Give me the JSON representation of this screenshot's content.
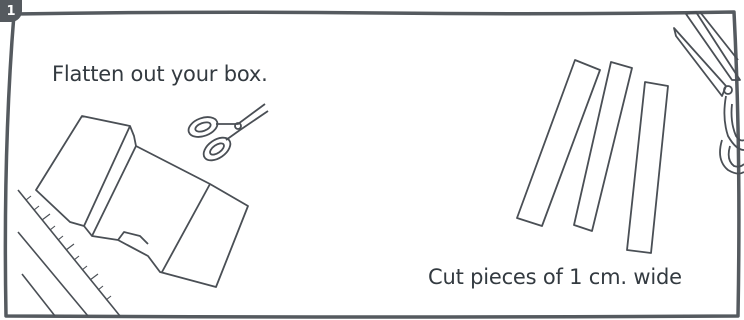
{
  "step": {
    "number": "1"
  },
  "captions": {
    "flatten": "Flatten out your box.",
    "cut": "Cut pieces of 1 cm. wide"
  },
  "colors": {
    "frame": "#555a5f",
    "line_art": "#4a4f55",
    "text": "#333a40",
    "background": "#ffffff"
  },
  "illustrations": [
    "flattened-box",
    "scissors-small",
    "ruler",
    "cardboard-strips",
    "scissors-large"
  ]
}
